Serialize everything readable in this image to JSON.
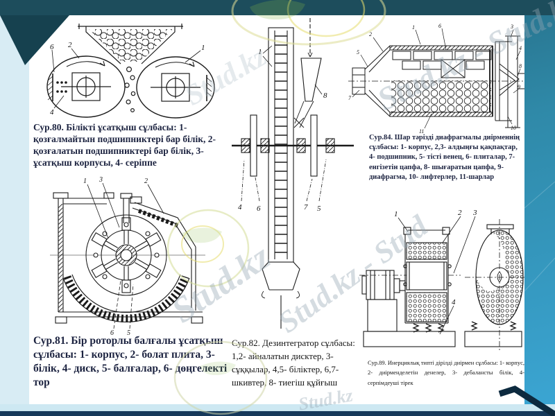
{
  "slide": {
    "colors": {
      "top_band": "#1d4d5c",
      "side_strip": "#d8ecf4",
      "bottom_band": "#16395a",
      "background_teal": "#3a9cc0",
      "caption_dark": "#1c2340"
    },
    "watermarks": {
      "w1": "Stud.kz - Stud.kz",
      "w2": "Stud.kz",
      "w3": "Stud.kz - Stud",
      "w4": "Stud.kz",
      "w5": "Stud.kz"
    }
  },
  "fig80": {
    "caption": "Сур.80. Білікті ұсатқыш сұлбасы: 1- қозғалмайтын подшипниктері бар білік, 2- қозғалатын подшипниктері бар білік, 3- ұсатқыш корпусы, 4- серіппе",
    "labels": {
      "l6": "6",
      "l2": "2",
      "l1": "1",
      "l4": "4"
    }
  },
  "fig81": {
    "caption": "Сур.81. Бір роторлы балғалы ұсатқыш сұлбасы: 1- корпус, 2- болат плита, 3- білік,  4- диск, 5- балғалар, 6- дөңгелекті тор",
    "labels": {
      "l1": "1",
      "l3": "3",
      "l2": "2",
      "l6": "6",
      "l5": "5"
    }
  },
  "fig82": {
    "caption": "Сур.82. Дезинтегратор сұлбасы: 1,2- айналатын дисктер, 3- сұққылар, 4,5- біліктер, 6,7- шкивтер, 8- тиегіш құйғыш",
    "labels": {
      "l1": "1",
      "l8": "8",
      "l4": "4",
      "l6": "6",
      "l7": "7",
      "l5": "5"
    }
  },
  "fig84": {
    "caption": "Сур.84. Шар тәрізді диафрагмалы диірменнің сұлбасы: 1- корпус, 2,3- алдыңғы қақпақтар, 4- подшипник, 5- тісті венец, 6- плиталар, 7- енгізетін цапфа, 8- шығаратын цапфа, 9- диафрагма, 10- лифтерлер, 11-шарлар",
    "labels": {
      "l1": "1",
      "l2": "2",
      "l3": "3",
      "l4": "4",
      "l5": "5",
      "l6": "6",
      "l7": "7",
      "l8": "8",
      "l9": "9",
      "l10": "10",
      "l11": "11"
    }
  },
  "fig89": {
    "caption": "Сур.89.  Инерциялық типті дірілді диірмен сұлбасы: 1- корпус, 2- диірменделетін денелер, 3- дебалансты білік, 4- серпімдеуші тірек",
    "labels": {
      "l1": "1",
      "l2": "2",
      "l3": "3",
      "l4": "4"
    }
  }
}
